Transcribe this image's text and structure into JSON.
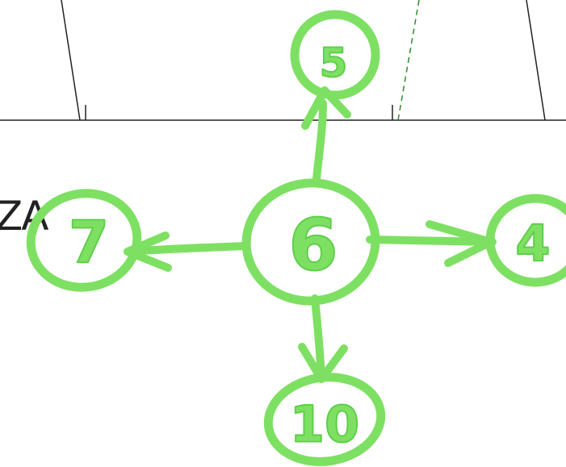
{
  "colors": {
    "marker": "#7ee063",
    "marker_dark": "#5fcf49",
    "ink": "#222222",
    "dashed": "#2e8b2e",
    "background": "#ffffff"
  },
  "fragment_text": "ZA",
  "nodes": {
    "center": {
      "label": "6"
    },
    "top": {
      "label": "5"
    },
    "left": {
      "label": "7"
    },
    "right": {
      "label": "4"
    },
    "bottom": {
      "label": "10"
    }
  },
  "edges": [
    {
      "from": "center",
      "to": "top"
    },
    {
      "from": "center",
      "to": "left"
    },
    {
      "from": "center",
      "to": "right"
    },
    {
      "from": "center",
      "to": "bottom"
    }
  ]
}
